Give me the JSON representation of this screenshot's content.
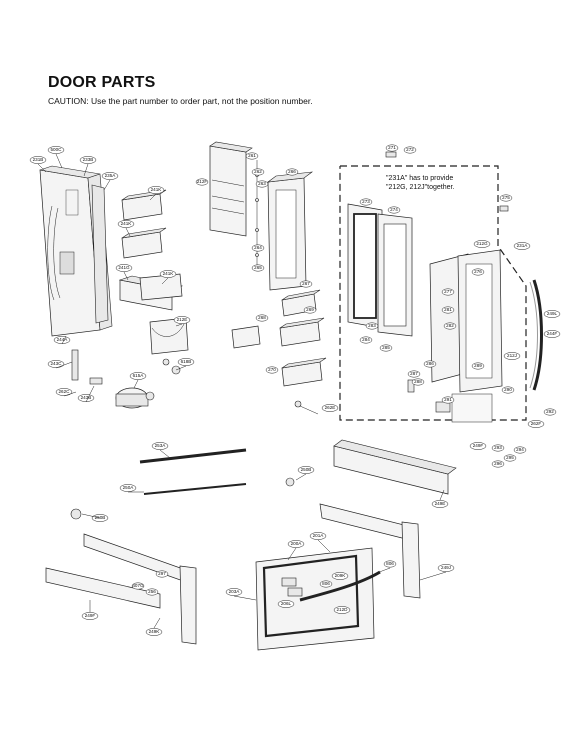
{
  "page": {
    "title": "DOOR PARTS",
    "caution": "CAUTION: Use the part number to order part, not the position number."
  },
  "note": {
    "line1": "\"231A\" has to provide",
    "line2": "\"212G, 212J\"together."
  },
  "labels": {
    "l231B": "231B",
    "l500C": "500C",
    "l233B": "233B",
    "l235A": "235A",
    "l241K_a": "241K",
    "l241K_b": "241K",
    "l241G": "241G",
    "l241K_c": "241K",
    "l212E": "212E",
    "l618B": "618B",
    "l615A": "615A",
    "l244A": "244A",
    "l243C": "243C",
    "l262C": "262C",
    "l243B": "243B",
    "l212F": "212F",
    "l261": "261",
    "l262": "262",
    "l263": "263",
    "l264": "264",
    "l265": "265",
    "l266": "266",
    "l267": "267",
    "l268": "268",
    "l269": "269",
    "l270": "270",
    "l271": "271",
    "l272": "272",
    "l273": "273",
    "l274": "274",
    "l275": "275",
    "l276": "276",
    "l277": "277",
    "l231A": "231A",
    "l212G": "212G",
    "l212J": "212J",
    "l244F": "244F",
    "l249L": "249L",
    "l262E": "262E",
    "l262F": "262F",
    "l249F_r": "249F",
    "l249E_r": "249E",
    "l253A": "253A",
    "l250A": "250A",
    "l250B_a": "250B",
    "l250B_b": "250B",
    "l249E": "249E",
    "l200A": "200A",
    "l201A": "201A",
    "l806_a": "806",
    "l806_b": "806",
    "l209K": "209K",
    "l206L": "206L",
    "l212D": "212D",
    "l203A": "203A",
    "l249J": "249J",
    "l249F": "249F",
    "l249K": "249K",
    "l407G": "407G",
    "l256": "256",
    "l281": "281",
    "l282": "282",
    "l283": "283",
    "l284": "284",
    "l285": "285",
    "l286": "286",
    "l287": "287",
    "l288": "288",
    "l289": "289",
    "l290": "290",
    "l291": "291",
    "l292": "292",
    "l293": "293",
    "l294": "294",
    "l295": "295",
    "l296": "296",
    "l297": "297"
  }
}
